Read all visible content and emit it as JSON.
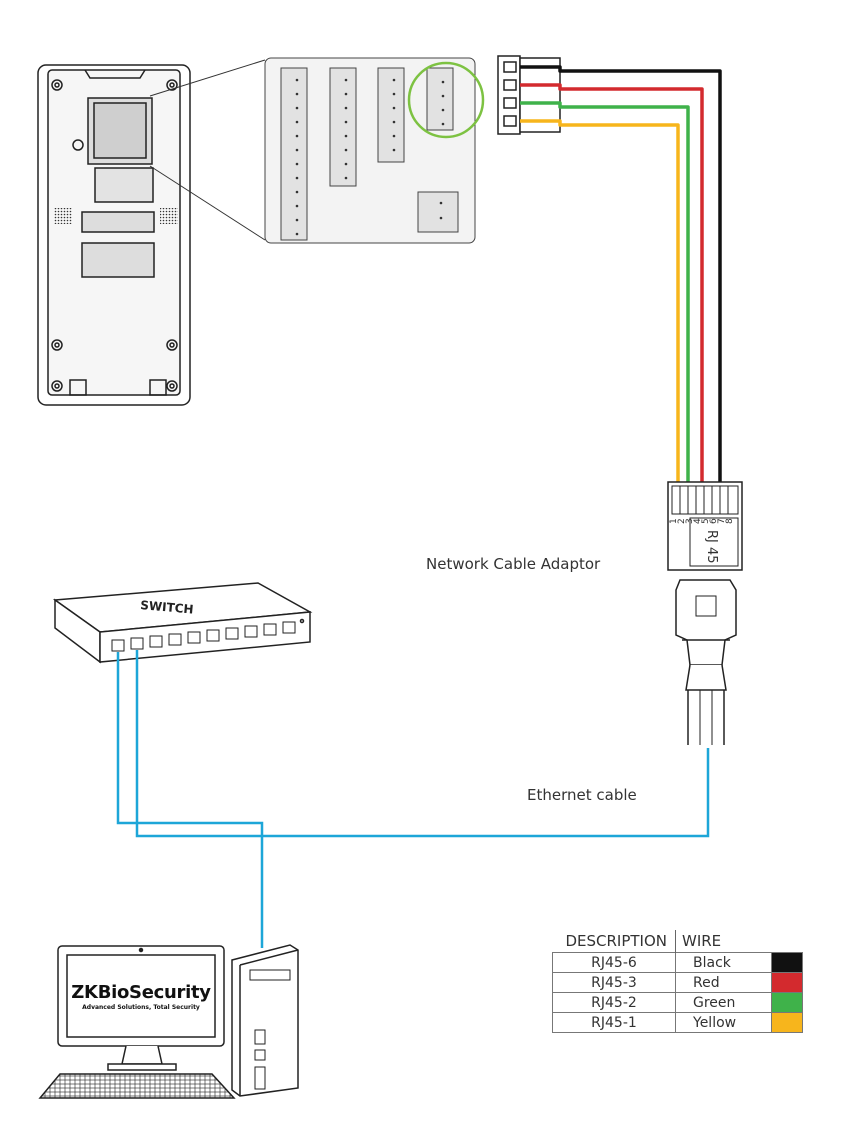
{
  "labels": {
    "adaptor": "Network Cable Adaptor",
    "ethernet": "Ethernet cable",
    "switch": "SWITCH",
    "rj45": "RJ 45",
    "pins": [
      "1",
      "2",
      "3",
      "4",
      "5",
      "6",
      "7",
      "8"
    ]
  },
  "software": {
    "name": "ZKBioSecurity",
    "tagline": "Advanced Solutions, Total Security"
  },
  "wire_table": {
    "headers": [
      "DESCRIPTION",
      "WIRE"
    ],
    "rows": [
      {
        "description": "RJ45-6",
        "wire": "Black",
        "color": "#111111"
      },
      {
        "description": "RJ45-3",
        "wire": "Red",
        "color": "#d32a2e"
      },
      {
        "description": "RJ45-2",
        "wire": "Green",
        "color": "#3fb24a"
      },
      {
        "description": "RJ45-1",
        "wire": "Yellow",
        "color": "#f7b51c"
      }
    ]
  },
  "colors": {
    "black_wire": "#111111",
    "red_wire": "#d32a2e",
    "green_wire": "#3fb24a",
    "yellow_wire": "#f7b51c",
    "ethernet": "#1da6d8",
    "highlight_circle": "#7dc242"
  }
}
